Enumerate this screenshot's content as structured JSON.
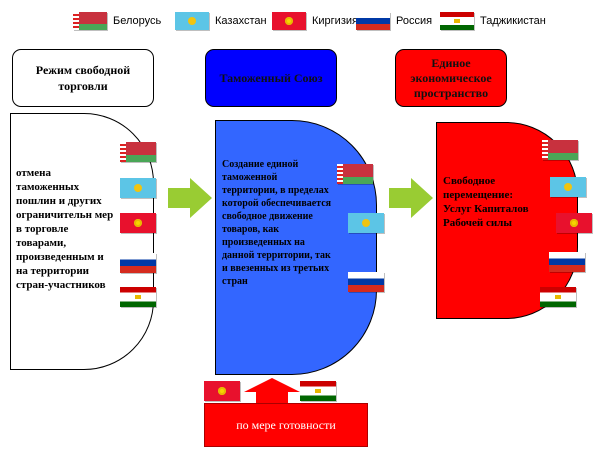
{
  "legend": [
    {
      "label": "Белорусь",
      "flag": "belarus-flag"
    },
    {
      "label": "Казахстан",
      "flag": "kazakhstan-flag"
    },
    {
      "label": "Киргизия",
      "flag": "kyrgyzstan-flag"
    },
    {
      "label": "Россия",
      "flag": "russia-flag"
    },
    {
      "label": "Таджикистан",
      "flag": "tajikistan-flag"
    }
  ],
  "stages": [
    {
      "header": "Режим свободной торговли",
      "body": "отмена таможенных пошлин и других ограничительн мер в торговле товарами, произведенным и на территории стран-участников",
      "color": "#ffffff",
      "header_color": "#ffffff"
    },
    {
      "header": "Таможенный Союз",
      "body": "Создание единой таможенной территории, в пределах которой обеспечивается свободное движение товаров, как произведенных на данной территории, так и ввезенных из третьих стран",
      "color": "#3366ff",
      "header_color": "#0000ff"
    },
    {
      "header": "Единое экономическое пространство",
      "body": "Свободное перемещение: Услуг Капиталов Рабочей силы",
      "color": "#ff0000",
      "header_color": "#ff0000"
    }
  ],
  "bottom": {
    "text": "по мере готовности",
    "color": "#ff0000"
  },
  "colors": {
    "arrow_green": "#99cc33",
    "header_blue": "#0000ff",
    "red": "#ff0000"
  }
}
